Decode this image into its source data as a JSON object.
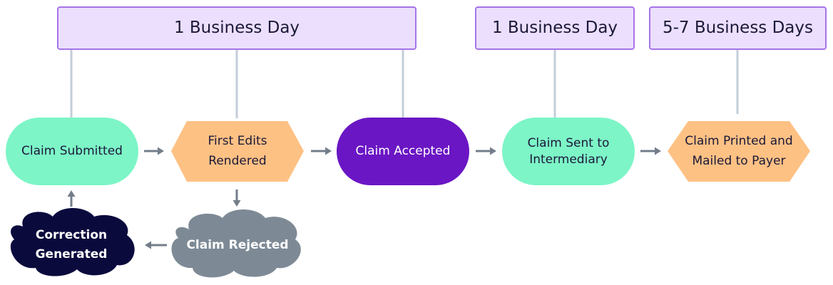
{
  "headers": [
    {
      "id": "h1",
      "label": "1 Business Day"
    },
    {
      "id": "h2",
      "label": "1 Business Day"
    },
    {
      "id": "h3",
      "label": "5-7 Business Days"
    }
  ],
  "nodes": {
    "claim_submitted": "Claim Submitted",
    "first_edits": [
      "First Edits",
      "Rendered"
    ],
    "claim_accepted": "Claim Accepted",
    "claim_sent": [
      "Claim Sent to",
      "Intermediary"
    ],
    "claim_printed": [
      "Claim Printed and",
      "Mailed to Payer"
    ],
    "claim_rejected": "Claim Rejected",
    "correction": [
      "Correction",
      "Generated"
    ]
  },
  "colors": {
    "header_fill": "#ebdffd",
    "header_border": "#a674e8",
    "mint": "#7df5c7",
    "orange": "#fec184",
    "purple": "#6a16c4",
    "navy": "#0b0a3d",
    "gray": "#7d8a96",
    "arrow": "#737d8a",
    "connector": "#c3ced9"
  }
}
